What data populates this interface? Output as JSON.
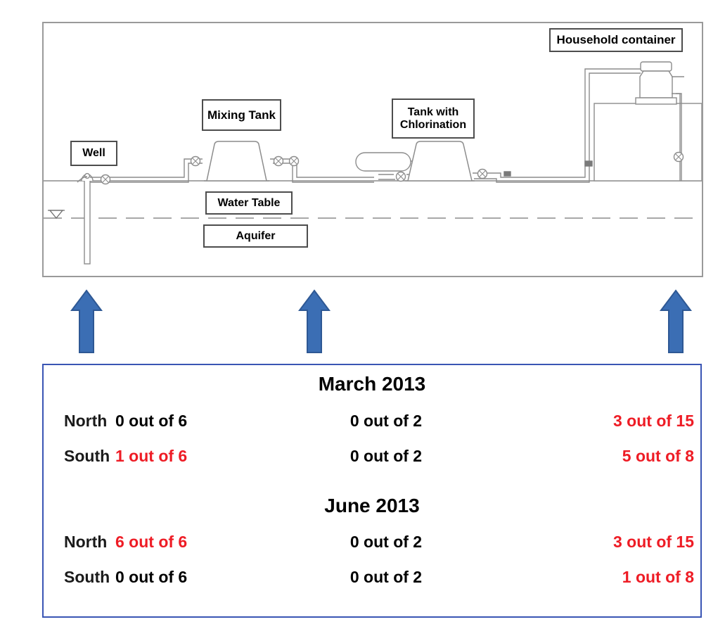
{
  "schematic": {
    "labels": {
      "household_container": "Household container",
      "mixing_tank": "Mixing Tank",
      "tank_with_chlorination": "Tank with\nChlorination",
      "tank_with_chlorination_line1": "Tank with",
      "tank_with_chlorination_line2": "Chlorination",
      "well": "Well",
      "water_table": "Water Table",
      "aquifer": "Aquifer"
    },
    "colors": {
      "frame_border": "#9a9a9a",
      "line_work": "#8c8c8c",
      "label_border": "#4d4d4d"
    }
  },
  "arrows": {
    "color": "#3b6eb4",
    "outline": "#2e5894",
    "items": [
      {
        "name": "arrow-to-well-column",
        "direction": "up"
      },
      {
        "name": "arrow-to-tank-column",
        "direction": "up"
      },
      {
        "name": "arrow-to-household-column",
        "direction": "up"
      }
    ]
  },
  "results": {
    "border_color": "#3a55b4",
    "value_colors": {
      "normal": "#000000",
      "highlight": "#ee1c25"
    },
    "sections": [
      {
        "title": "March 2013",
        "rows": [
          {
            "region": "North",
            "well": {
              "text": "0 out of 6",
              "color": "normal"
            },
            "tank": {
              "text": "0 out of 2",
              "color": "normal"
            },
            "household": {
              "text": "3 out of 15",
              "color": "highlight"
            }
          },
          {
            "region": "South",
            "well": {
              "text": "1 out of 6",
              "color": "highlight"
            },
            "tank": {
              "text": "0 out of 2",
              "color": "normal"
            },
            "household": {
              "text": "5 out of 8",
              "color": "highlight"
            }
          }
        ]
      },
      {
        "title": "June 2013",
        "rows": [
          {
            "region": "North",
            "well": {
              "text": "6 out of 6",
              "color": "highlight"
            },
            "tank": {
              "text": "0 out of 2",
              "color": "normal"
            },
            "household": {
              "text": "3 out of 15",
              "color": "highlight"
            }
          },
          {
            "region": "South",
            "well": {
              "text": "0 out of 6",
              "color": "normal"
            },
            "tank": {
              "text": "0 out of 2",
              "color": "normal"
            },
            "household": {
              "text": "1 out of 8",
              "color": "highlight"
            }
          }
        ]
      }
    ]
  }
}
